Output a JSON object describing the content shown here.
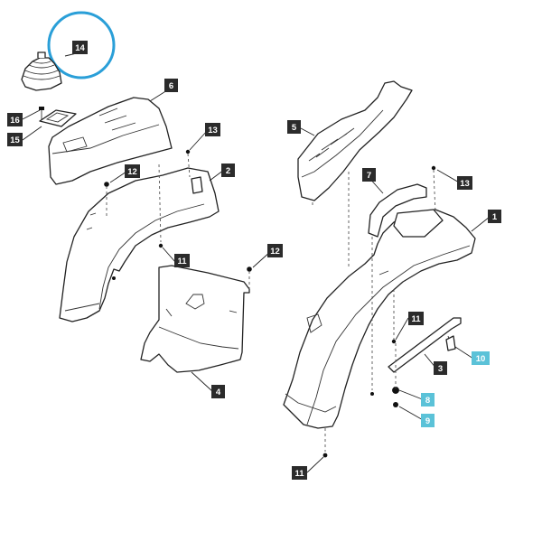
{
  "diagram": {
    "highlighted_part": "14",
    "callouts": [
      {
        "id": "14",
        "text": "14",
        "accent": false
      },
      {
        "id": "16",
        "text": "16",
        "accent": false
      },
      {
        "id": "15",
        "text": "15",
        "accent": false
      },
      {
        "id": "6",
        "text": "6",
        "accent": false
      },
      {
        "id": "13a",
        "text": "13",
        "accent": false
      },
      {
        "id": "12a",
        "text": "12",
        "accent": false
      },
      {
        "id": "2",
        "text": "2",
        "accent": false
      },
      {
        "id": "11a",
        "text": "11",
        "accent": false
      },
      {
        "id": "12b",
        "text": "12",
        "accent": false
      },
      {
        "id": "4",
        "text": "4",
        "accent": false
      },
      {
        "id": "5",
        "text": "5",
        "accent": false
      },
      {
        "id": "7",
        "text": "7",
        "accent": false
      },
      {
        "id": "13b",
        "text": "13",
        "accent": false
      },
      {
        "id": "1",
        "text": "1",
        "accent": false
      },
      {
        "id": "11b",
        "text": "11",
        "accent": false
      },
      {
        "id": "3",
        "text": "3",
        "accent": false
      },
      {
        "id": "10",
        "text": "10",
        "accent": true
      },
      {
        "id": "8",
        "text": "8",
        "accent": true
      },
      {
        "id": "9",
        "text": "9",
        "accent": true
      },
      {
        "id": "11c",
        "text": "11",
        "accent": false
      }
    ],
    "colors": {
      "label_dark": "#2b2b2b",
      "label_accent": "#5bc2d8",
      "highlight_ring": "#2a9fd8"
    }
  }
}
